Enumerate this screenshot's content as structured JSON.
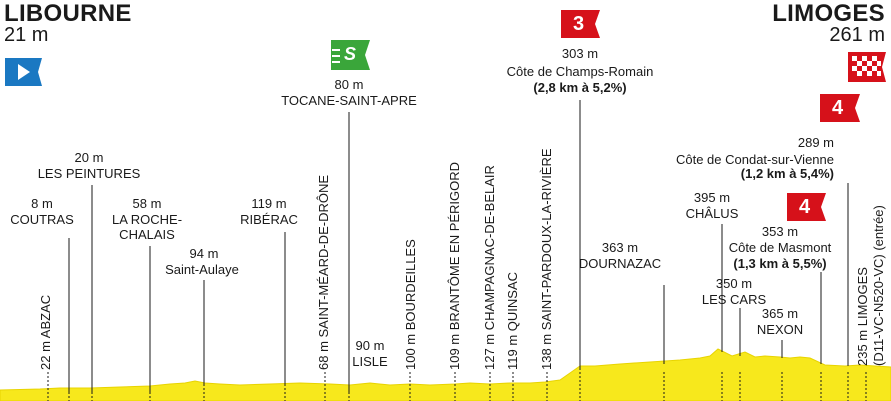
{
  "start": {
    "name": "LIBOURNE",
    "altitude": "21 m"
  },
  "finish": {
    "name": "LIMOGES",
    "altitude": "261 m"
  },
  "sprint_marker": "S",
  "climbs": [
    {
      "category": "3",
      "altitude": "303 m",
      "name": "Côte de Champs-Romain",
      "detail": "(2,8 km à 5,2%)"
    },
    {
      "category": "4",
      "altitude": "289 m",
      "name": "Côte de Condat-sur-Vienne",
      "detail": "(1,2 km à 5,4%)"
    },
    {
      "category": "4",
      "altitude": "353 m",
      "name": "Côte de Masmont",
      "detail": "(1,3 km à 5,5%)"
    }
  ],
  "horizontal_labels": {
    "coutras": {
      "alt": "8 m",
      "name": "COUTRAS"
    },
    "peintures": {
      "alt": "20 m",
      "name": "LES PEINTURES"
    },
    "roche_chalais": {
      "alt": "58 m",
      "name": "LA ROCHE-\nCHALAIS"
    },
    "saint_aulaye": {
      "alt": "94 m",
      "name": "Saint-Aulaye"
    },
    "riberac": {
      "alt": "119 m",
      "name": "RIBÉRAC"
    },
    "tocane": {
      "alt": "80 m",
      "name": "TOCANE-SAINT-APRE"
    },
    "lisle": {
      "alt": "90 m",
      "name": "LISLE"
    },
    "dournazac": {
      "alt": "363 m",
      "name": "DOURNAZAC"
    },
    "chalus": {
      "alt": "395 m",
      "name": "CHÂLUS"
    },
    "les_cars": {
      "alt": "350 m",
      "name": "LES CARS"
    },
    "nexon": {
      "alt": "365 m",
      "name": "NEXON"
    }
  },
  "vertical_labels": {
    "abzac": "22 m ABZAC",
    "saint_meard": "68 m SAINT-MÉARD-DE-DRÔNE",
    "bourdeilles": "100 m BOURDEILLES",
    "brantome": "109 m BRANTÔME EN PÉRIGORD",
    "champagnac": "127 m CHAMPAGNAC-DE-BELAIR",
    "quinsac": "119 m QUINSAC",
    "saint_pardoux": "138 m SAINT-PARDOUX-LA-RIVIÈRE",
    "limoges_entry_1": "235 m LIMOGES",
    "limoges_entry_2": "(D11-VC-N520-VC) (entrée)"
  },
  "colors": {
    "profile_fill": "#f7e81c",
    "profile_edge": "#e8d400",
    "start_flag": "#1a78c2",
    "sprint_flag": "#3aa63a",
    "climb_flag": "#d6111a",
    "text": "#1a1a1a"
  }
}
